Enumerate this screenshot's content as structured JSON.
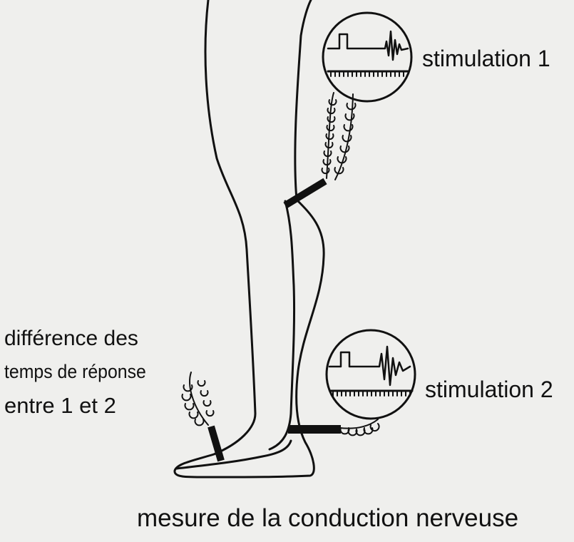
{
  "labels": {
    "stimulation_1": "stimulation 1",
    "stimulation_2": "stimulation 2",
    "difference_line_1": "différence des",
    "difference_line_2": "temps de réponse",
    "difference_line_3": "entre 1 et 2",
    "caption": "mesure de la conduction nerveuse"
  },
  "colors": {
    "background": "#efefed",
    "ink": "#111111"
  },
  "icons": [
    "leg-outline",
    "oscilloscope-1-icon",
    "oscilloscope-2-icon",
    "electrode-knee",
    "electrode-ankle",
    "electrode-foot",
    "coiled-cable"
  ]
}
